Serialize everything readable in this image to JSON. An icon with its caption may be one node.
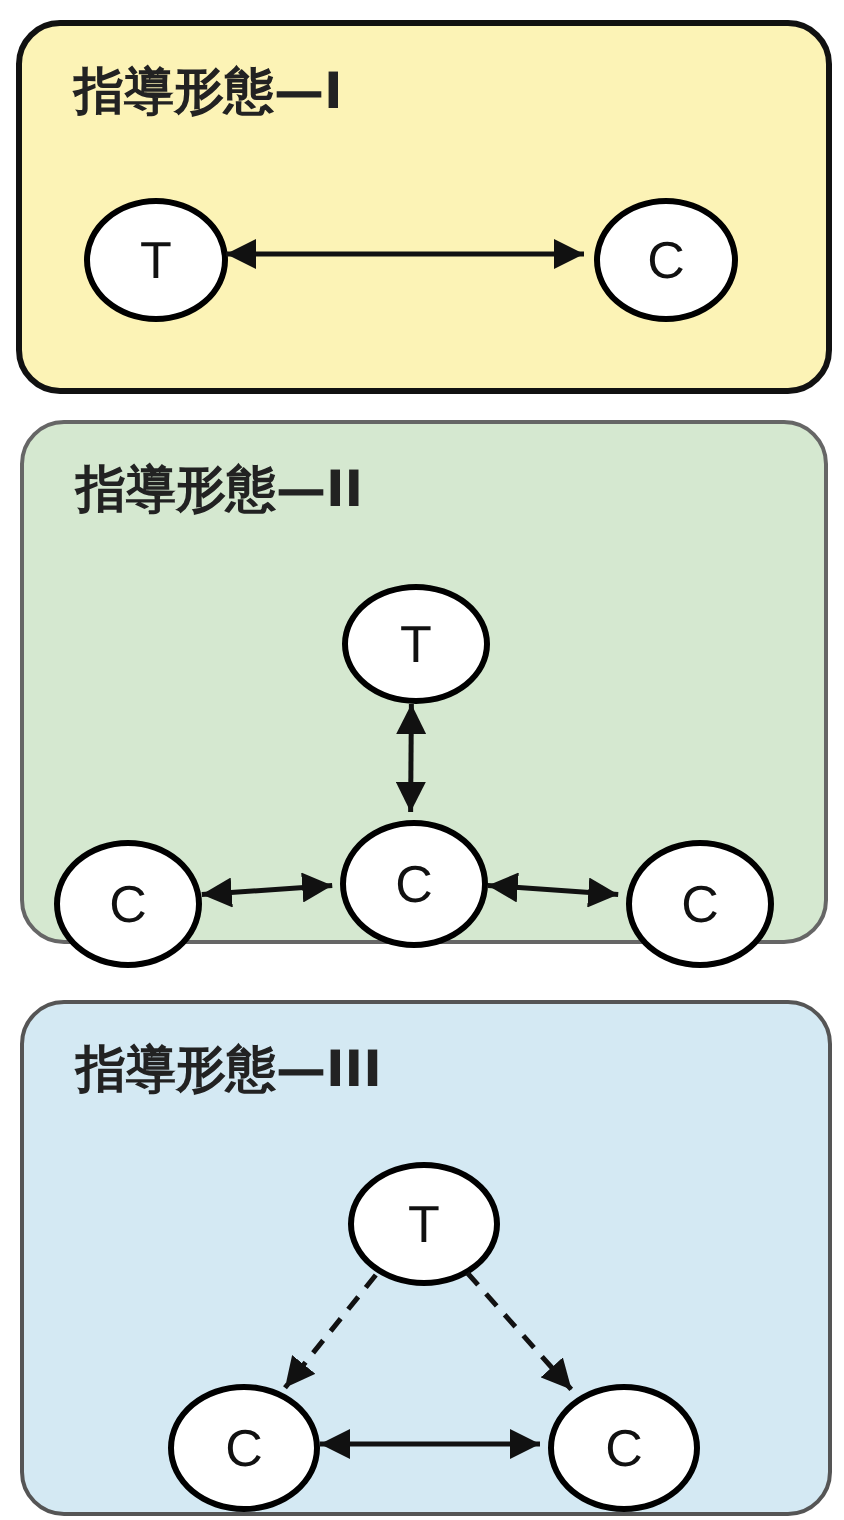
{
  "diagram": {
    "nodes": [
      {
        "text": [
          "指導形態—I"
        ]
      },
      {
        "text": [
          "T"
        ],
        "in": 0
      },
      {
        "text": [
          "C"
        ],
        "in": 0
      },
      {
        "text": [
          "指導形態—II"
        ]
      },
      {
        "text": [
          "T"
        ],
        "in": 3
      },
      {
        "text": [
          "C"
        ],
        "in": 3
      },
      {
        "text": [
          "C"
        ],
        "in": 3
      },
      {
        "text": [
          "C"
        ],
        "in": 3
      },
      {
        "text": [
          "指導形態—III"
        ]
      },
      {
        "text": [
          "T"
        ],
        "in": 8
      },
      {
        "text": [
          "C"
        ],
        "in": 8
      },
      {
        "text": [
          "C"
        ],
        "in": 8
      }
    ],
    "edges": [
      {
        "from": 1,
        "to": 2,
        "arrow": "both"
      },
      {
        "from": 4,
        "to": 6,
        "arrow": "both"
      },
      {
        "from": 5,
        "to": 6,
        "arrow": "both"
      },
      {
        "from": 6,
        "to": 7,
        "arrow": "both"
      },
      {
        "from": 9,
        "to": 10,
        "arrow": "to",
        "style": "dashed"
      },
      {
        "from": 9,
        "to": 11,
        "arrow": "to",
        "style": "dashed"
      },
      {
        "from": 10,
        "to": 11,
        "arrow": "both"
      }
    ]
  }
}
